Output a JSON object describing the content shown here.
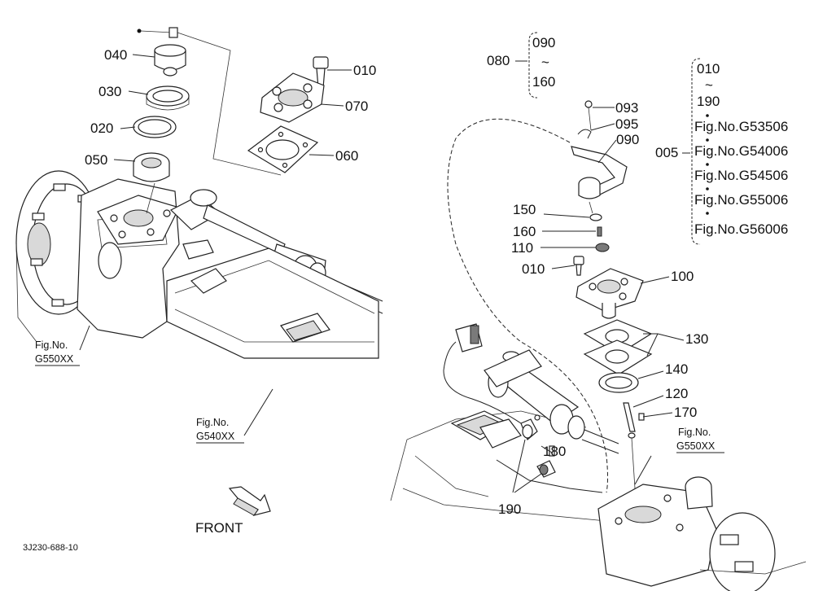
{
  "diagram": {
    "left_callouts": {
      "c040": "040",
      "c030": "030",
      "c020": "020",
      "c050": "050",
      "c010": "010",
      "c070": "070",
      "c060": "060"
    },
    "left_refs": {
      "ref1_line1": "Fig.No.",
      "ref1_line2": "G550XX",
      "ref2_line1": "Fig.No.",
      "ref2_line2": "G540XX"
    },
    "front_label": "FRONT",
    "drawing_number": "3J230-688-10",
    "group_080": {
      "label": "080",
      "from": "090",
      "tilde": "~",
      "to": "160"
    },
    "group_005": {
      "label": "005",
      "from": "010",
      "tilde": "~",
      "to": "190",
      "figs": [
        "Fig.No.G53506",
        "Fig.No.G54006",
        "Fig.No.G54506",
        "Fig.No.G55006",
        "Fig.No.G56006"
      ]
    },
    "right_callouts": {
      "c093": "093",
      "c095": "095",
      "c090": "090",
      "c150": "150",
      "c160": "160",
      "c110": "110",
      "c010": "010",
      "c100": "100",
      "c130": "130",
      "c140": "140",
      "c120": "120",
      "c170": "170",
      "c180": "180",
      "c190": "190"
    },
    "right_refs": {
      "ref_line1": "Fig.No.",
      "ref_line2": "G550XX"
    }
  }
}
